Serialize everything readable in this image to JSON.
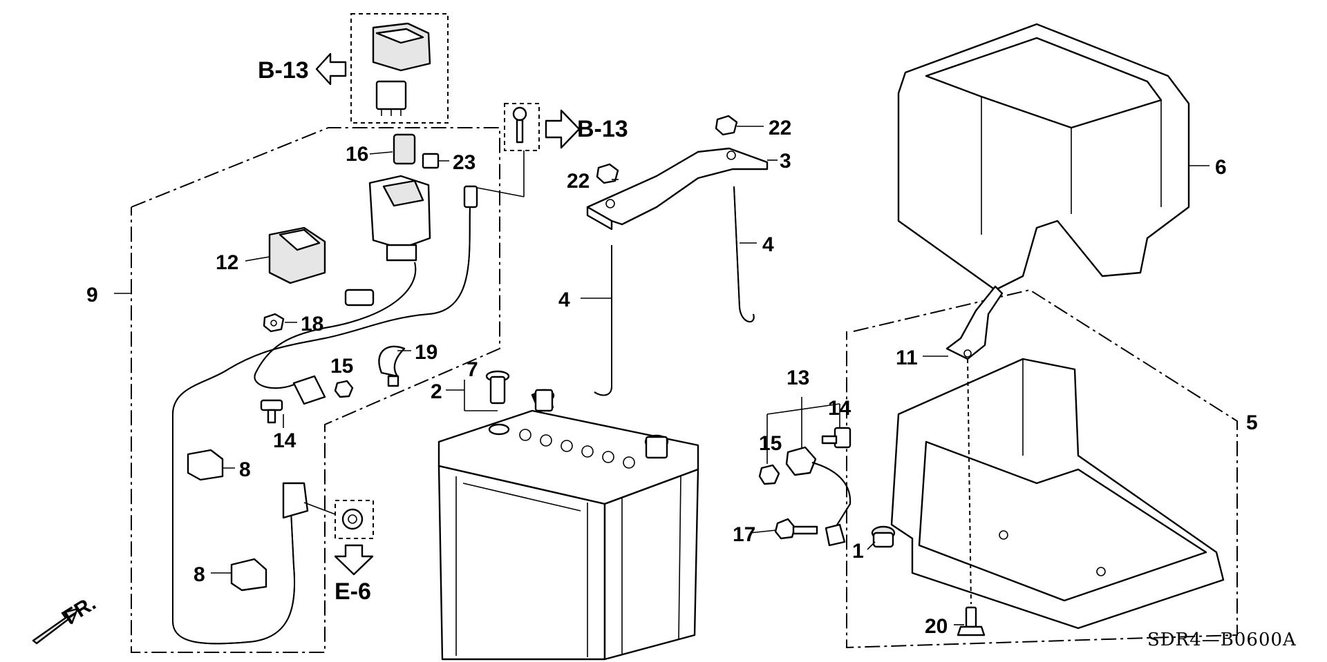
{
  "diagram": {
    "drawing_code": "SDR4—B0600A",
    "direction_label": "FR.",
    "refs": {
      "b13_top": "B-13",
      "b13_mid": "B-13",
      "e6": "E-6"
    },
    "callouts": {
      "c1": "1",
      "c2": "2",
      "c3": "3",
      "c4a": "4",
      "c4b": "4",
      "c5": "5",
      "c6": "6",
      "c7": "7",
      "c8a": "8",
      "c8b": "8",
      "c9": "9",
      "c11": "11",
      "c12": "12",
      "c13": "13",
      "c14a": "14",
      "c14b": "14",
      "c15a": "15",
      "c15b": "15",
      "c16": "16",
      "c17": "17",
      "c18": "18",
      "c19": "19",
      "c20": "20",
      "c22a": "22",
      "c22b": "22",
      "c23": "23"
    }
  }
}
